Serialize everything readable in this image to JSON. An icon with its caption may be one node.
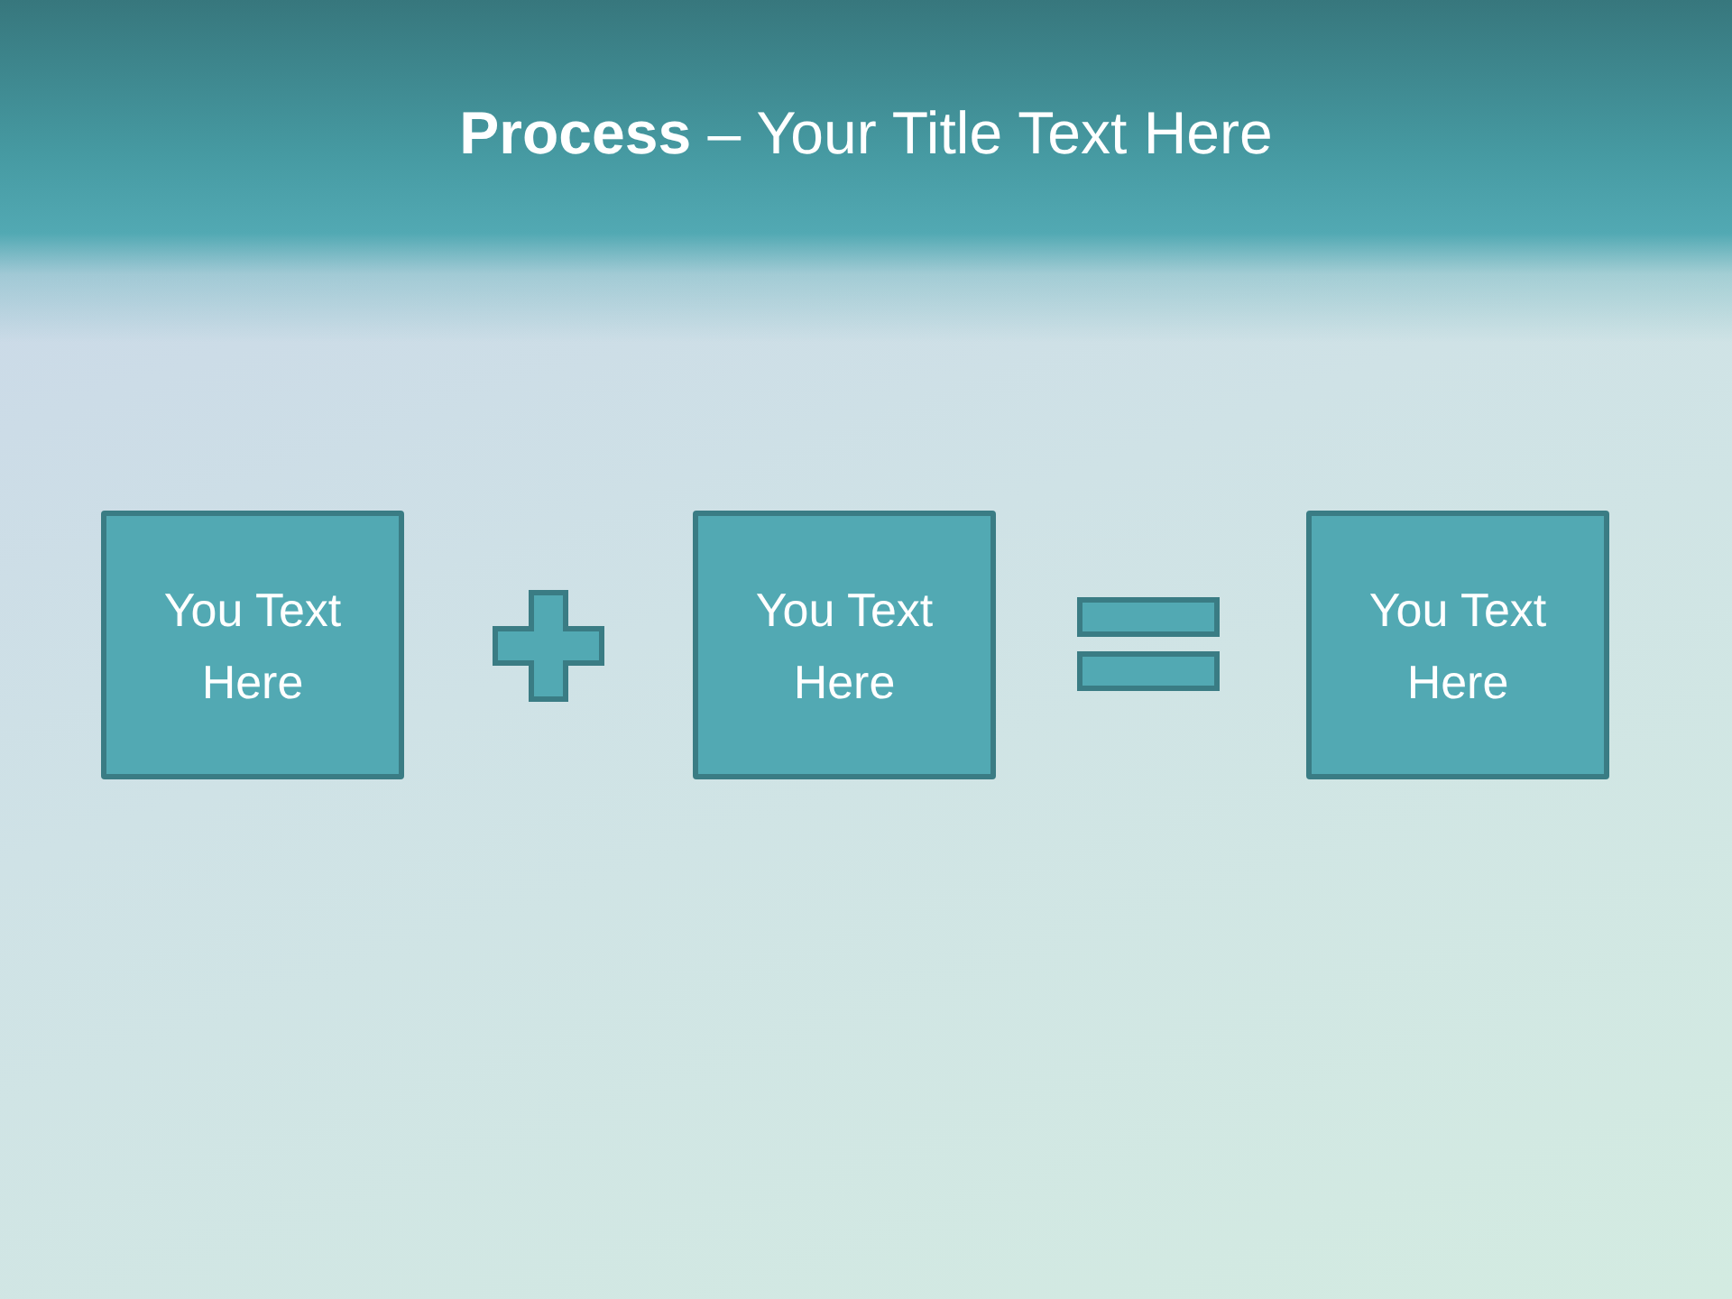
{
  "diagram": {
    "title": "**Process** – Your Title Text Here",
    "nodes": [
      {
        "text": [
          "You Text Here"
        ]
      },
      {
        "text": [],
        "shape": "plus"
      },
      {
        "text": [
          "You Text Here"
        ]
      },
      {
        "text": [],
        "shape": "equals"
      },
      {
        "text": [
          "You Text Here"
        ]
      }
    ],
    "edges": []
  }
}
